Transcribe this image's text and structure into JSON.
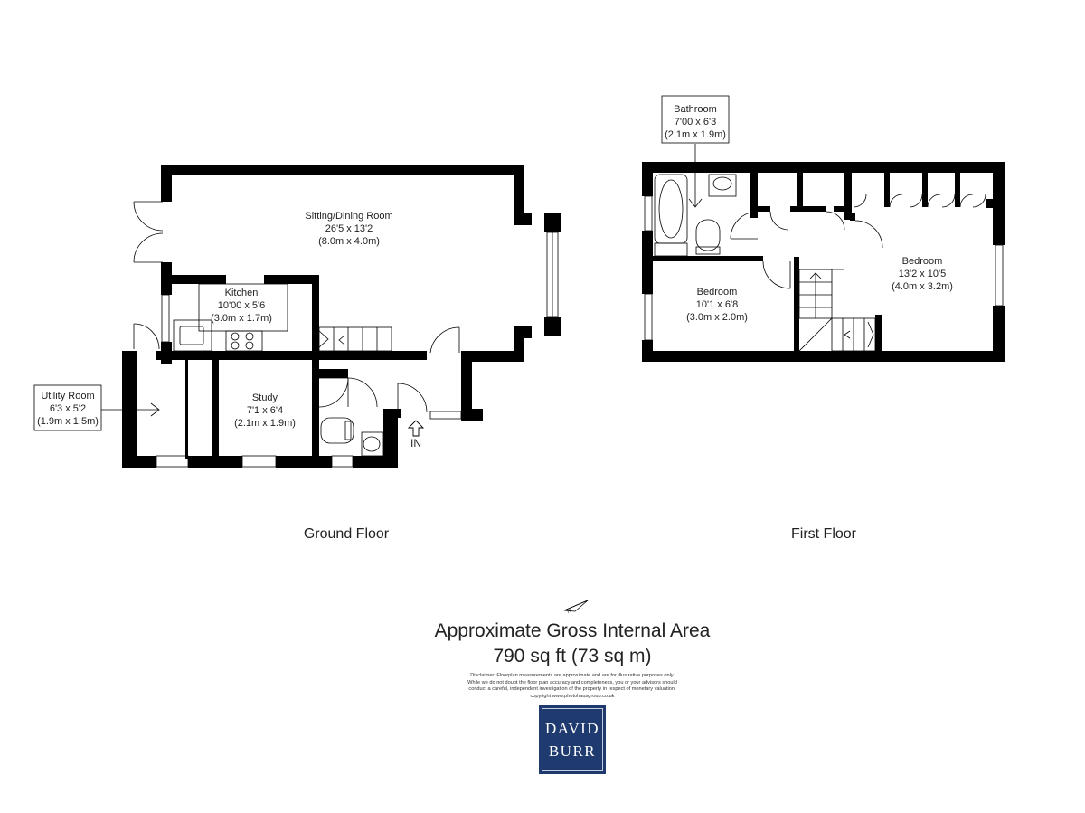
{
  "rooms": {
    "sitting_dining": {
      "name": "Sitting/Dining Room",
      "dims_imperial": "26'5 x 13'2",
      "dims_metric": "(8.0m x 4.0m)"
    },
    "kitchen": {
      "name": "Kitchen",
      "dims_imperial": "10'00 x 5'6",
      "dims_metric": "(3.0m x 1.7m)"
    },
    "utility": {
      "name": "Utility Room",
      "dims_imperial": "6'3 x 5'2",
      "dims_metric": "(1.9m x 1.5m)"
    },
    "study": {
      "name": "Study",
      "dims_imperial": "7'1 x 6'4",
      "dims_metric": "(2.1m x 1.9m)"
    },
    "bathroom": {
      "name": "Bathroom",
      "dims_imperial": "7'00 x 6'3",
      "dims_metric": "(2.1m x 1.9m)"
    },
    "bedroom_small": {
      "name": "Bedroom",
      "dims_imperial": "10'1 x 6'8",
      "dims_metric": "(3.0m x 2.0m)"
    },
    "bedroom_large": {
      "name": "Bedroom",
      "dims_imperial": "13'2 x 10'5",
      "dims_metric": "(4.0m x 3.2m)"
    }
  },
  "entrance_label": "IN",
  "floors": {
    "ground": "Ground Floor",
    "first": "First Floor"
  },
  "area": {
    "title": "Approximate Gross Internal Area",
    "value": "790 sq ft (73 sq m)"
  },
  "disclaimer": [
    "Disclaimer: Floorplan measurements are approximate and are for illustrative purposes only.",
    "While we do not doubt the floor plan accuracy and completeness, you or your advisors should",
    "conduct a careful, independent investigation of the property in respect of monetary valuation.",
    "copyright www.photohausgroup.co.uk"
  ],
  "logo": {
    "line1": "DAVID",
    "line2": "BURR"
  },
  "icons": {
    "compass": "north-arrow-icon",
    "entrance": "entrance-arrow-icon"
  },
  "colors": {
    "walls": "#000000",
    "logo_bg": "#1f3a6e",
    "text": "#222222"
  }
}
